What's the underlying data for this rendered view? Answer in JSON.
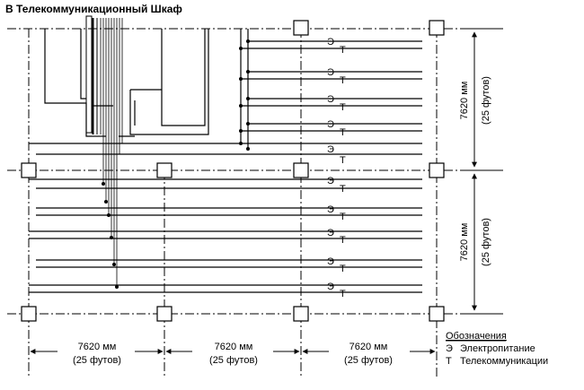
{
  "title": "В Телекоммуникационный Шкаф",
  "row_labels": {
    "power": "Э",
    "telecom": "Т"
  },
  "horizontal_dimensions": [
    {
      "value": "7620 мм",
      "sub": "(25 футов)"
    },
    {
      "value": "7620 мм",
      "sub": "(25 футов)"
    },
    {
      "value": "7620 мм",
      "sub": "(25 футов)"
    }
  ],
  "vertical_dimensions": [
    {
      "value": "7620 мм",
      "sub": "(25 футов)"
    },
    {
      "value": "7620 мм",
      "sub": "(25 футов)"
    }
  ],
  "legend": {
    "heading": "Обозначения",
    "items": [
      {
        "symbol": "Э",
        "text": "Электропитание"
      },
      {
        "symbol": "Т",
        "text": "Телекоммуникации"
      }
    ]
  },
  "colors": {
    "line": "#000000",
    "background": "#ffffff"
  }
}
